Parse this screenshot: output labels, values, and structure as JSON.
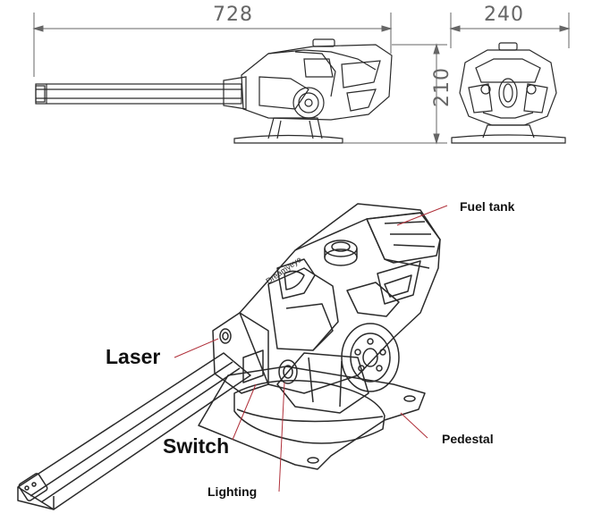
{
  "dimensions": {
    "length": "728",
    "width": "240",
    "height": "210"
  },
  "callouts": {
    "fuel_tank": "Fuel tank",
    "laser": "Laser",
    "switch": "Switch",
    "pedestal": "Pedestal",
    "lighting": "Lighting"
  },
  "logo_text": "Dreamyeye",
  "colors": {
    "line": "#2a2a2a",
    "dimension": "#666666",
    "callout_line": "#b0303a",
    "label": "#111111"
  }
}
